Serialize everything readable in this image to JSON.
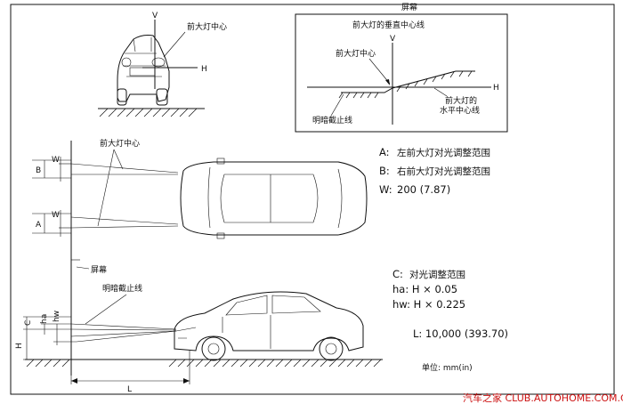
{
  "front_view": {
    "v_label": "V",
    "h_label": "H",
    "center_label": "前大灯中心"
  },
  "screen_box": {
    "title": "屏幕",
    "vertical_center_line": "前大灯的垂直中心线",
    "v_label": "V",
    "h_label": "H",
    "headlamp_center": "前大灯中心",
    "horizontal_center_line": [
      "前大灯的",
      "水平中心线"
    ],
    "cutoff_line": "明暗截止线"
  },
  "top_view": {
    "headlamp_center": "前大灯中心",
    "dim_b": "B",
    "dim_a": "A",
    "dim_w_top": "W",
    "dim_w_bottom": "W",
    "screen_label": "屏幕",
    "cutoff_line": "明暗截止线"
  },
  "legend": {
    "a": {
      "key": "A:",
      "text": "左前大灯对光调整范围"
    },
    "b": {
      "key": "B:",
      "text": "右前大灯对光调整范围"
    },
    "w": {
      "key": "W:",
      "text": "200 (7.87)"
    }
  },
  "side_legend": {
    "c": {
      "key": "C:",
      "text": "对光调整范围"
    },
    "ha": "ha: H × 0.05",
    "hw": "hw: H × 0.225",
    "l": "L: 10,000 (393.70)",
    "unit": "单位: mm(in)"
  },
  "side_view": {
    "dim_c": "C",
    "dim_ha": "ha",
    "dim_hw": "hw",
    "dim_h": "H",
    "dim_l": "L"
  },
  "watermark": "汽车之家 CLUB.AUTOHOME.COM.CN"
}
